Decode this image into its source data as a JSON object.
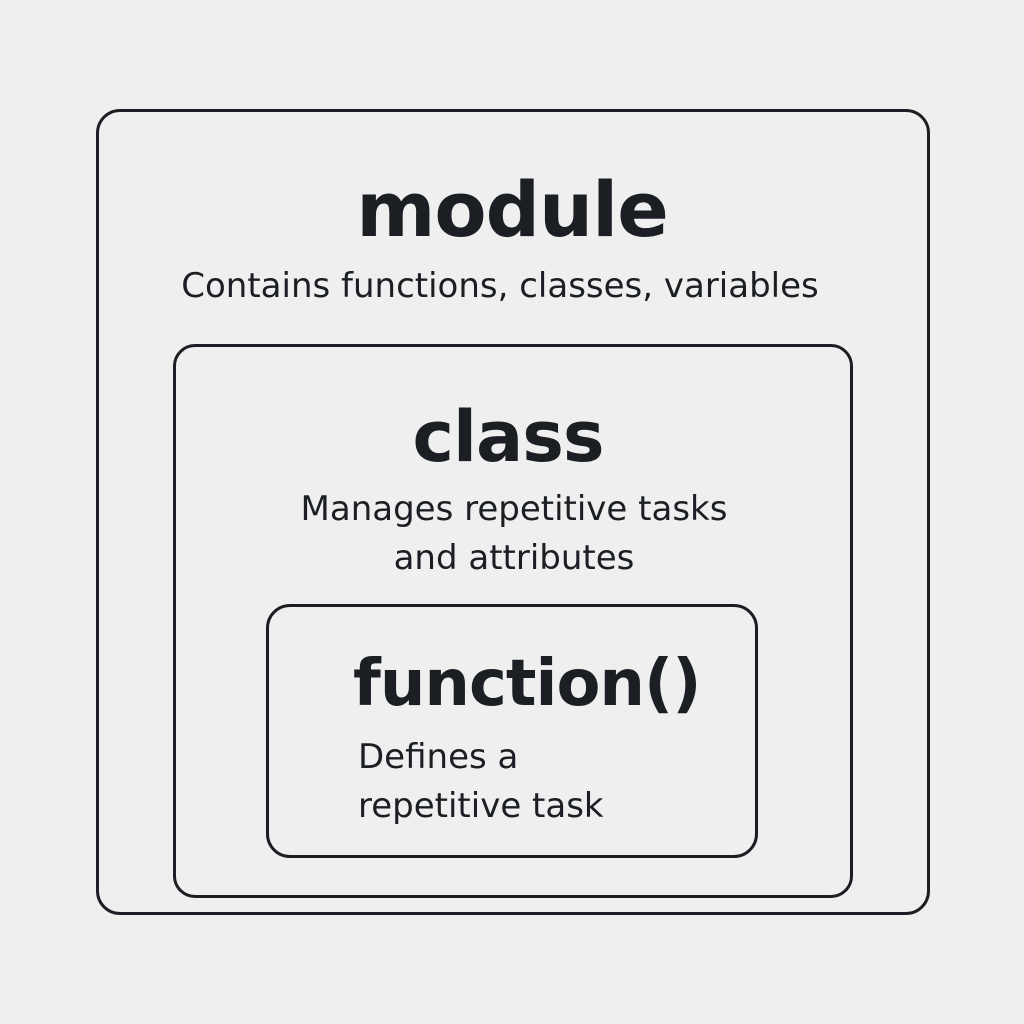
{
  "module": {
    "title": "module",
    "description": "Contains functions, classes, variables"
  },
  "class": {
    "title": "class",
    "description_lines": [
      "Manages repetitive tasks",
      "and attributes"
    ]
  },
  "function": {
    "title": "function()",
    "description_lines": [
      "Defines a",
      "repetitive task"
    ]
  },
  "colors": {
    "background": "#efefef",
    "ink": "#1b1f24"
  }
}
